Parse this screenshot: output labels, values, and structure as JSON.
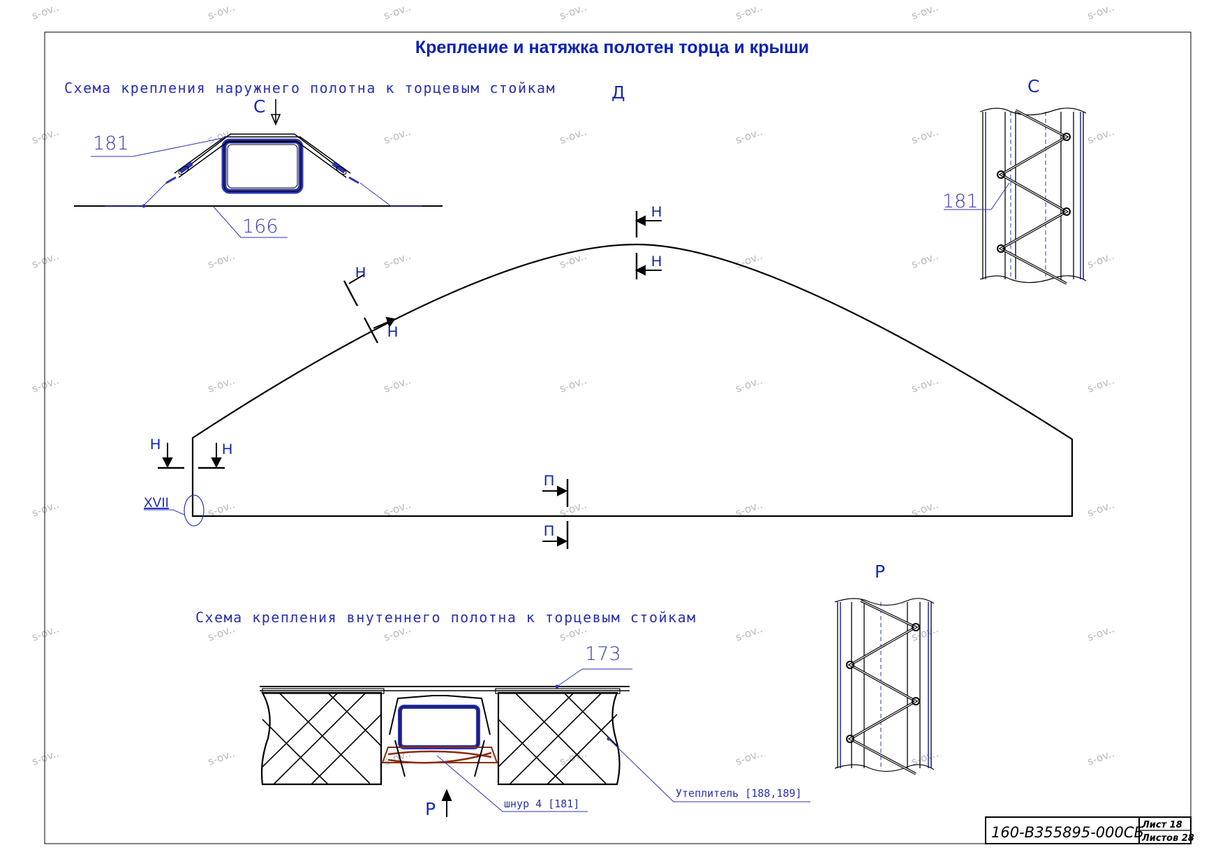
{
  "title": "Крепление и натяжка полотен торца и крыши",
  "outer_scheme": {
    "caption": "Схема крепления наружнего полотна к торцевым стойкам",
    "view_label": "С",
    "callouts": [
      "181",
      "166"
    ]
  },
  "inner_scheme": {
    "caption": "Схема крепления внутеннего полотна к торцевым стойкам",
    "view_label": "Р",
    "callouts": [
      "173",
      "Утеплитель [188,189]",
      "шнур 4 [181]"
    ]
  },
  "main_view": {
    "view_label": "Д",
    "section_labels": [
      "Н",
      "Н",
      "Н",
      "Н",
      "Н",
      "Н",
      "П",
      "П"
    ],
    "node_label": "XVII"
  },
  "view_c": {
    "label": "С",
    "callout": "181"
  },
  "view_p": {
    "label": "Р"
  },
  "stamp": {
    "doc_number": "160-В355895-000СБ",
    "sheet": "Лист 18",
    "sheets_total": "Листов 28"
  },
  "watermark": "s-ov..",
  "colors": {
    "annotation": "#0a22b4",
    "linework": "#000000",
    "watermark": "#b8b8b8"
  }
}
